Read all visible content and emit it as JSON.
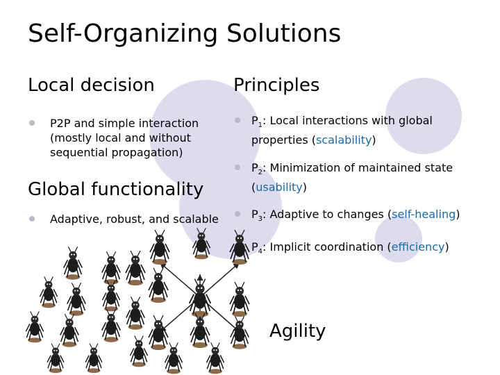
{
  "slide": {
    "title": "Self-Organizing Solutions",
    "local": {
      "heading": "Local decision",
      "bullet": "P2P and simple interaction (mostly local and without sequential propagation)"
    },
    "global": {
      "heading": "Global functionality",
      "bullet": "Adaptive, robust, and scalable"
    },
    "principles": {
      "heading": "Principles",
      "items": [
        {
          "prefix": "P",
          "sub": "1",
          "text": ": Local interactions with global properties (",
          "term": "scalability",
          "suffix": ")"
        },
        {
          "prefix": "P",
          "sub": "2",
          "text": ": Minimization of maintained state (",
          "term": "usability",
          "suffix": ")"
        },
        {
          "prefix": "P",
          "sub": "3",
          "text": ": Adaptive to changes (",
          "term": "self-healing",
          "suffix": ")"
        },
        {
          "prefix": "P",
          "sub": "4",
          "text": ": Implicit coordination (",
          "term": "efficiency",
          "suffix": ")"
        }
      ]
    },
    "agility_label": "Agility",
    "colors": {
      "circle": "#dcdcee",
      "bullet": "#b9b9c9",
      "term": "#1b6aa8"
    },
    "illustration": "ant-swarm-image"
  }
}
